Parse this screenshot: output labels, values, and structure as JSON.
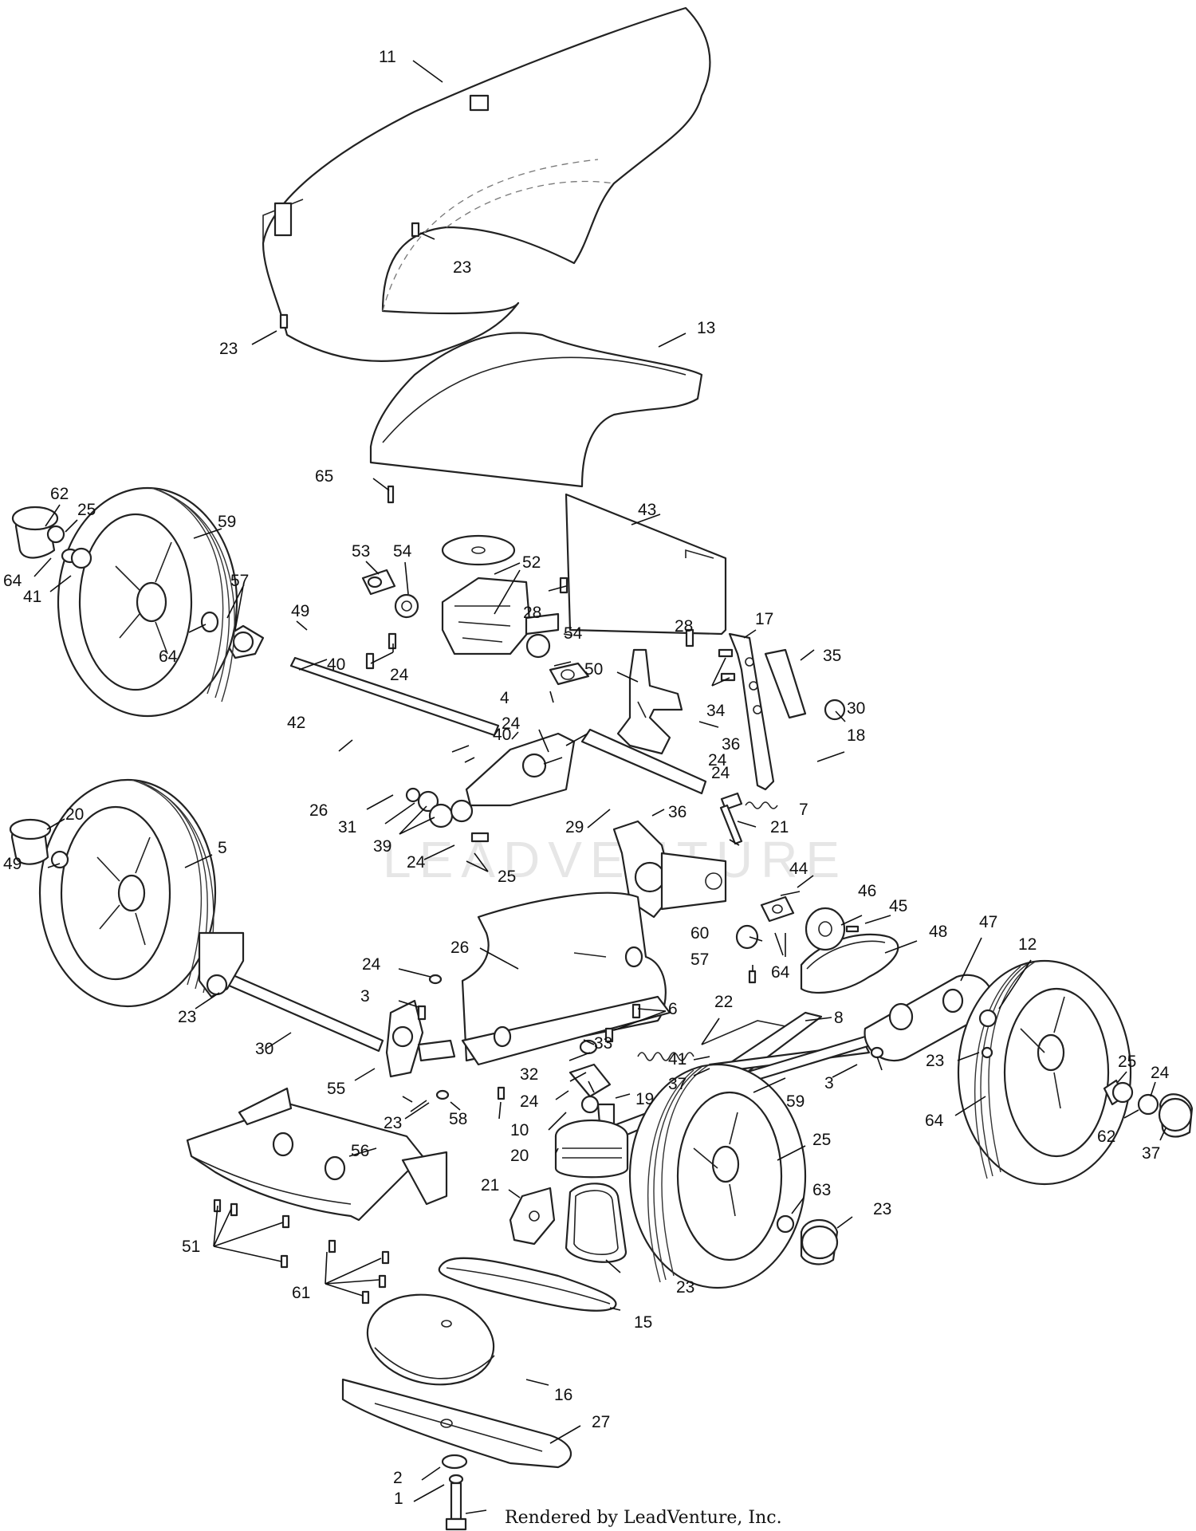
{
  "watermark": "LEADVENTURE",
  "credit": "Rendered by LeadVenture, Inc.",
  "callouts": [
    {
      "id": "11",
      "label": "11"
    },
    {
      "id": "23a",
      "label": "23"
    },
    {
      "id": "23b",
      "label": "23"
    },
    {
      "id": "13",
      "label": "13"
    },
    {
      "id": "65",
      "label": "65"
    },
    {
      "id": "43",
      "label": "43"
    },
    {
      "id": "62a",
      "label": "62"
    },
    {
      "id": "25a",
      "label": "25"
    },
    {
      "id": "59a",
      "label": "59"
    },
    {
      "id": "64a",
      "label": "64"
    },
    {
      "id": "41a",
      "label": "41"
    },
    {
      "id": "53",
      "label": "53"
    },
    {
      "id": "54a",
      "label": "54"
    },
    {
      "id": "52",
      "label": "52"
    },
    {
      "id": "57a",
      "label": "57"
    },
    {
      "id": "49a",
      "label": "49"
    },
    {
      "id": "28a",
      "label": "28"
    },
    {
      "id": "64b",
      "label": "64"
    },
    {
      "id": "40a",
      "label": "40"
    },
    {
      "id": "24a",
      "label": "24"
    },
    {
      "id": "54b",
      "label": "54"
    },
    {
      "id": "28b",
      "label": "28"
    },
    {
      "id": "17",
      "label": "17"
    },
    {
      "id": "35",
      "label": "35"
    },
    {
      "id": "50",
      "label": "50"
    },
    {
      "id": "4",
      "label": "4"
    },
    {
      "id": "34",
      "label": "34"
    },
    {
      "id": "42",
      "label": "42"
    },
    {
      "id": "24b",
      "label": "24"
    },
    {
      "id": "36a",
      "label": "36"
    },
    {
      "id": "30a",
      "label": "30"
    },
    {
      "id": "18",
      "label": "18"
    },
    {
      "id": "40b",
      "label": "40"
    },
    {
      "id": "24c",
      "label": "24"
    },
    {
      "id": "24d",
      "label": "24"
    },
    {
      "id": "36b",
      "label": "36"
    },
    {
      "id": "7",
      "label": "7"
    },
    {
      "id": "26a",
      "label": "26"
    },
    {
      "id": "31",
      "label": "31"
    },
    {
      "id": "39",
      "label": "39"
    },
    {
      "id": "29",
      "label": "29"
    },
    {
      "id": "21a",
      "label": "21"
    },
    {
      "id": "20a",
      "label": "20"
    },
    {
      "id": "5",
      "label": "5"
    },
    {
      "id": "24e",
      "label": "24"
    },
    {
      "id": "25b",
      "label": "25"
    },
    {
      "id": "49b",
      "label": "49"
    },
    {
      "id": "44",
      "label": "44"
    },
    {
      "id": "46",
      "label": "46"
    },
    {
      "id": "45",
      "label": "45"
    },
    {
      "id": "60",
      "label": "60"
    },
    {
      "id": "48",
      "label": "48"
    },
    {
      "id": "47",
      "label": "47"
    },
    {
      "id": "57b",
      "label": "57"
    },
    {
      "id": "64c",
      "label": "64"
    },
    {
      "id": "12",
      "label": "12"
    },
    {
      "id": "26b",
      "label": "26"
    },
    {
      "id": "24f",
      "label": "24"
    },
    {
      "id": "3a",
      "label": "3"
    },
    {
      "id": "23c",
      "label": "23"
    },
    {
      "id": "6",
      "label": "6"
    },
    {
      "id": "22",
      "label": "22"
    },
    {
      "id": "8",
      "label": "8"
    },
    {
      "id": "30b",
      "label": "30"
    },
    {
      "id": "33",
      "label": "33"
    },
    {
      "id": "41b",
      "label": "41"
    },
    {
      "id": "25c",
      "label": "25"
    },
    {
      "id": "24g",
      "label": "24"
    },
    {
      "id": "23d",
      "label": "23"
    },
    {
      "id": "32",
      "label": "32"
    },
    {
      "id": "37a",
      "label": "37"
    },
    {
      "id": "3b",
      "label": "3"
    },
    {
      "id": "55",
      "label": "55"
    },
    {
      "id": "24h",
      "label": "24"
    },
    {
      "id": "19",
      "label": "19"
    },
    {
      "id": "59b",
      "label": "59"
    },
    {
      "id": "64d",
      "label": "64"
    },
    {
      "id": "62b",
      "label": "62"
    },
    {
      "id": "37b",
      "label": "37"
    },
    {
      "id": "23e",
      "label": "23"
    },
    {
      "id": "58",
      "label": "58"
    },
    {
      "id": "10",
      "label": "10"
    },
    {
      "id": "56",
      "label": "56"
    },
    {
      "id": "20b",
      "label": "20"
    },
    {
      "id": "25d",
      "label": "25"
    },
    {
      "id": "63",
      "label": "63"
    },
    {
      "id": "21b",
      "label": "21"
    },
    {
      "id": "23f",
      "label": "23"
    },
    {
      "id": "51",
      "label": "51"
    },
    {
      "id": "23g",
      "label": "23"
    },
    {
      "id": "61",
      "label": "61"
    },
    {
      "id": "15",
      "label": "15"
    },
    {
      "id": "16",
      "label": "16"
    },
    {
      "id": "27",
      "label": "27"
    },
    {
      "id": "2",
      "label": "2"
    },
    {
      "id": "1",
      "label": "1"
    }
  ]
}
